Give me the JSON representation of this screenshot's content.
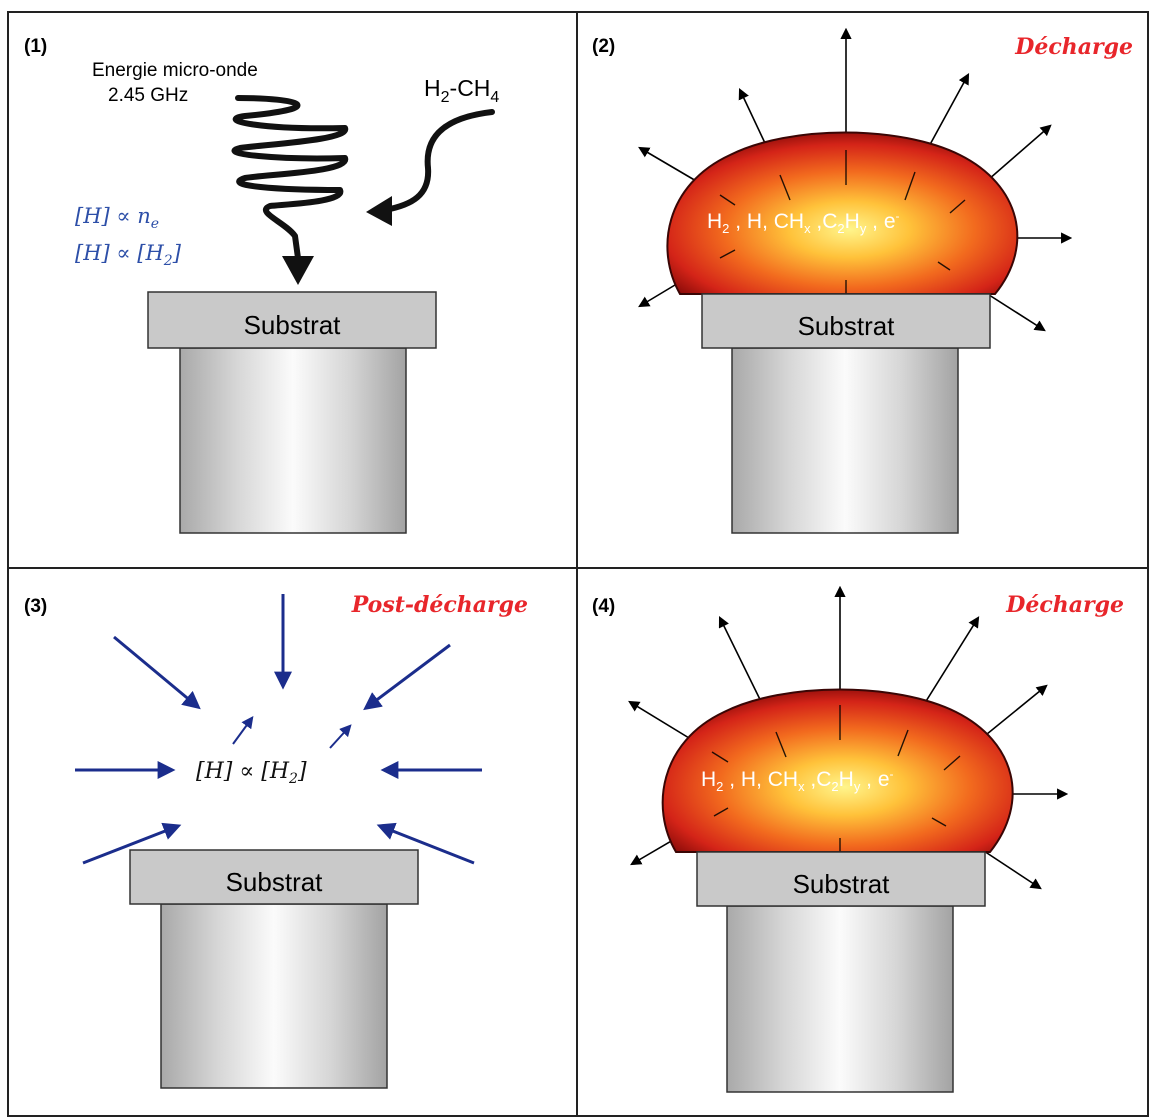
{
  "panels": [
    {
      "number": "(1)",
      "microwave_label": "Energie micro-onde",
      "frequency_label": "2.45 GHz",
      "gas": {
        "h": "H",
        "h_sub": "2",
        "sep": "-CH",
        "ch_sub": "4"
      },
      "relation1": {
        "lhs": "[H]",
        "op": " ∝ ",
        "rhs": "n",
        "rhs_sub": "e"
      },
      "relation2": {
        "lhs": "[H]",
        "op": " ∝ ",
        "rhs": "[H",
        "rhs_sub": "2",
        "close": "]"
      },
      "substrate_label": "Substrat"
    },
    {
      "number": "(2)",
      "state_label": "Décharge",
      "species": {
        "a": "H",
        "a_sub": "2",
        "b": " , H, CH",
        "b_sub": "x",
        "c": " ,C",
        "c_sub": "2",
        "d": "H",
        "d_sub": "y",
        "e": " , e",
        "e_sup": "-"
      },
      "substrate_label": "Substrat"
    },
    {
      "number": "(3)",
      "state_label": "Post-décharge",
      "relation": {
        "lhs": "[H]",
        "op": " ∝ ",
        "rhs": "[H",
        "rhs_sub": "2",
        "close": "]"
      },
      "substrate_label": "Substrat"
    },
    {
      "number": "(4)",
      "state_label": "Décharge",
      "species": {
        "a": "H",
        "a_sub": "2",
        "b": " , H, CH",
        "b_sub": "x",
        "c": " ,C",
        "c_sub": "2",
        "d": "H",
        "d_sub": "y",
        "e": " , e",
        "e_sup": "-"
      },
      "substrate_label": "Substrat"
    }
  ],
  "colors": {
    "label_red": "#e8262b",
    "relation_blue": "#2d4fa8",
    "arrow_blue": "#1b2d8c",
    "substrate_gray": "#c9c9c9",
    "plasma_core": "#fff27a",
    "plasma_edge": "#c81d14",
    "grid_line": "#222222"
  }
}
